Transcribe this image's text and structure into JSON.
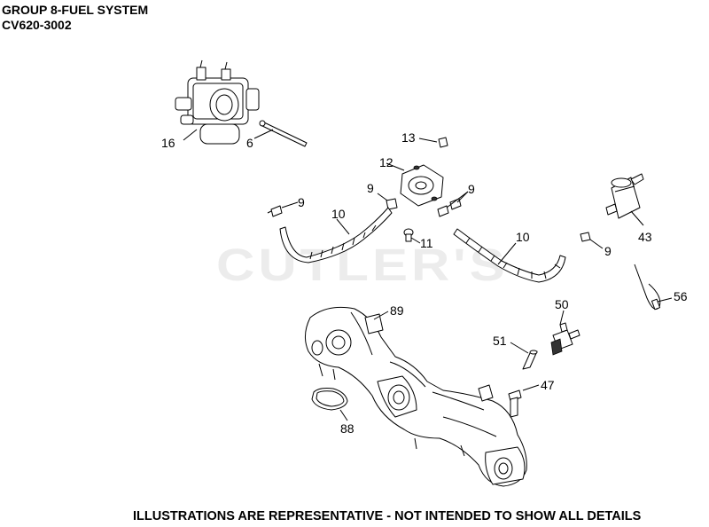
{
  "header": {
    "line1": "GROUP 8-FUEL SYSTEM",
    "line2": "CV620-3002"
  },
  "footer": "ILLUSTRATIONS ARE REPRESENTATIVE - NOT INTENDED TO SHOW ALL DETAILS",
  "watermark": "CUTLER'S",
  "callouts": {
    "c16": "16",
    "c6": "6",
    "c13": "13",
    "c12": "12",
    "c9a": "9",
    "c9b": "9",
    "c9c": "9",
    "c9d": "9",
    "c10a": "10",
    "c10b": "10",
    "c11": "11",
    "c43": "43",
    "c56": "56",
    "c89": "89",
    "c50": "50",
    "c51": "51",
    "c47": "47",
    "c88": "88"
  }
}
